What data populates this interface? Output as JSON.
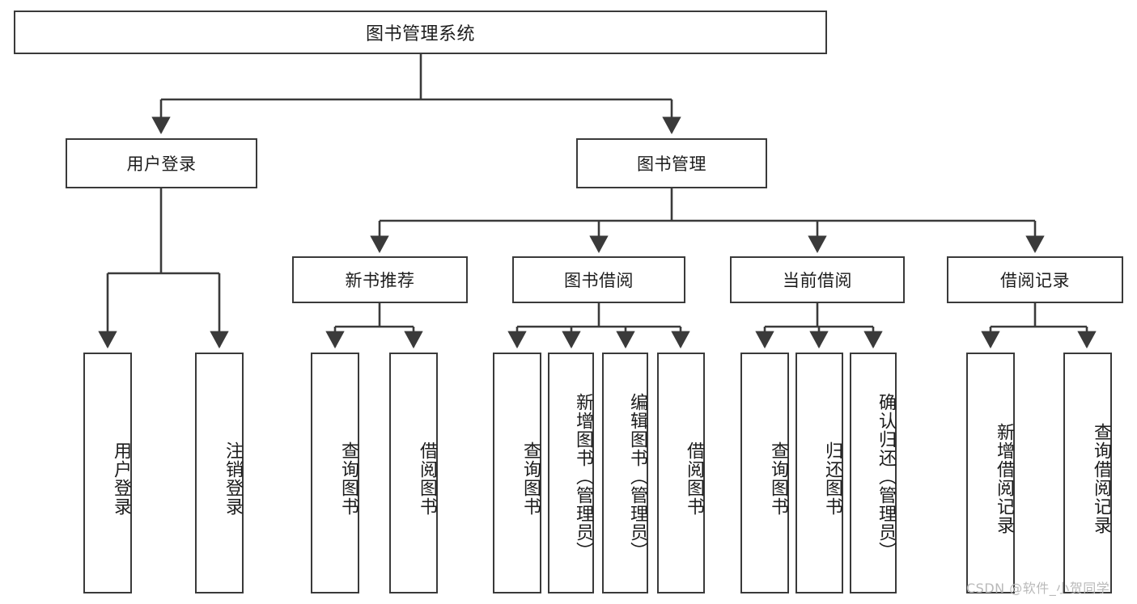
{
  "diagram": {
    "type": "tree-hierarchy",
    "title": "图书管理系统",
    "watermark": "CSDN @软件_小贺同学",
    "colors": {
      "stroke": "#3a3a3a",
      "fill": "#ffffff",
      "text": "#1c1c1c",
      "watermark": "#b9b9b9"
    },
    "levels": {
      "root": {
        "label": "图书管理系统"
      },
      "level2": [
        {
          "label": "用户登录"
        },
        {
          "label": "图书管理"
        }
      ],
      "level3": [
        {
          "label": "新书推荐"
        },
        {
          "label": "图书借阅"
        },
        {
          "label": "当前借阅"
        },
        {
          "label": "借阅记录"
        }
      ],
      "leaves": {
        "user_login": [
          {
            "label": "用户登录"
          },
          {
            "label": "注销登录"
          }
        ],
        "new_book_recommend": [
          {
            "label": "查询图书"
          },
          {
            "label": "借阅图书"
          }
        ],
        "book_borrow": [
          {
            "label": "查询图书"
          },
          {
            "label": "新增图书（管理员）"
          },
          {
            "label": "编辑图书（管理员）"
          },
          {
            "label": "借阅图书"
          }
        ],
        "current_borrow": [
          {
            "label": "查询图书"
          },
          {
            "label": "归还图书"
          },
          {
            "label": "确认归还（管理员）"
          }
        ],
        "borrow_record": [
          {
            "label": "新增借阅记录"
          },
          {
            "label": "查询借阅记录"
          }
        ]
      }
    }
  }
}
